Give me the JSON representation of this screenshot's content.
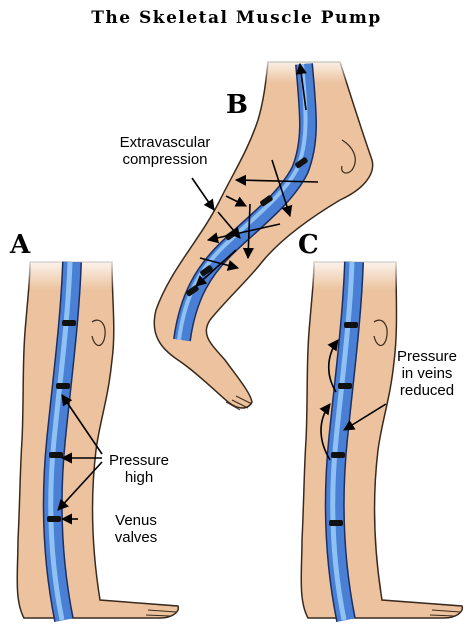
{
  "title": "The Skeletal Muscle Pump",
  "panels": {
    "a": {
      "label": "A"
    },
    "b": {
      "label": "B"
    },
    "c": {
      "label": "C"
    }
  },
  "annotations": {
    "extravascular": {
      "line1": "Extravascular",
      "line2": "compression"
    },
    "pressure_high": {
      "line1": "Pressure",
      "line2": "high"
    },
    "venus_valves": {
      "line1": "Venus",
      "line2": "valves"
    },
    "pressure_reduced": {
      "line1": "Pressure",
      "line2": "in veins",
      "line3": "reduced"
    }
  },
  "colors": {
    "skin": "#ecc39e",
    "skin_outline": "#3a2a1e",
    "vein": "#4a7fd6",
    "vein_highlight": "#8fc2f2",
    "vein_outline": "#1c2f63",
    "valve": "#111111"
  }
}
